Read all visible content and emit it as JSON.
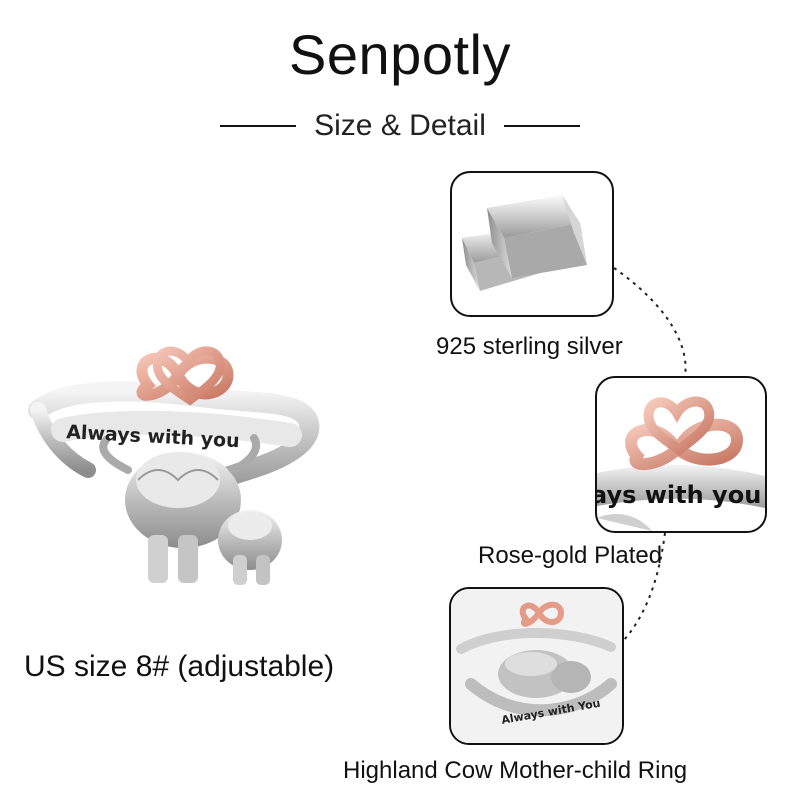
{
  "header": {
    "brand": "Senpotly",
    "subtitle": "Size & Detail"
  },
  "main_product": {
    "engraving": "Always with you",
    "size_label": "US size 8# (adjustable)"
  },
  "details": [
    {
      "caption": "925 sterling silver",
      "icon": "silver-bars-icon"
    },
    {
      "caption": "Rose-gold Plated",
      "icon": "rose-gold-heart-infinity-icon",
      "engraving_fragment": "ays with you"
    },
    {
      "caption": "Highland Cow Mother-child Ring",
      "icon": "ring-photo-icon",
      "engraving": "Always with You"
    }
  ],
  "colors": {
    "silver": "#c9c9c9",
    "rose_gold": "#e7a190",
    "text": "#111111"
  }
}
